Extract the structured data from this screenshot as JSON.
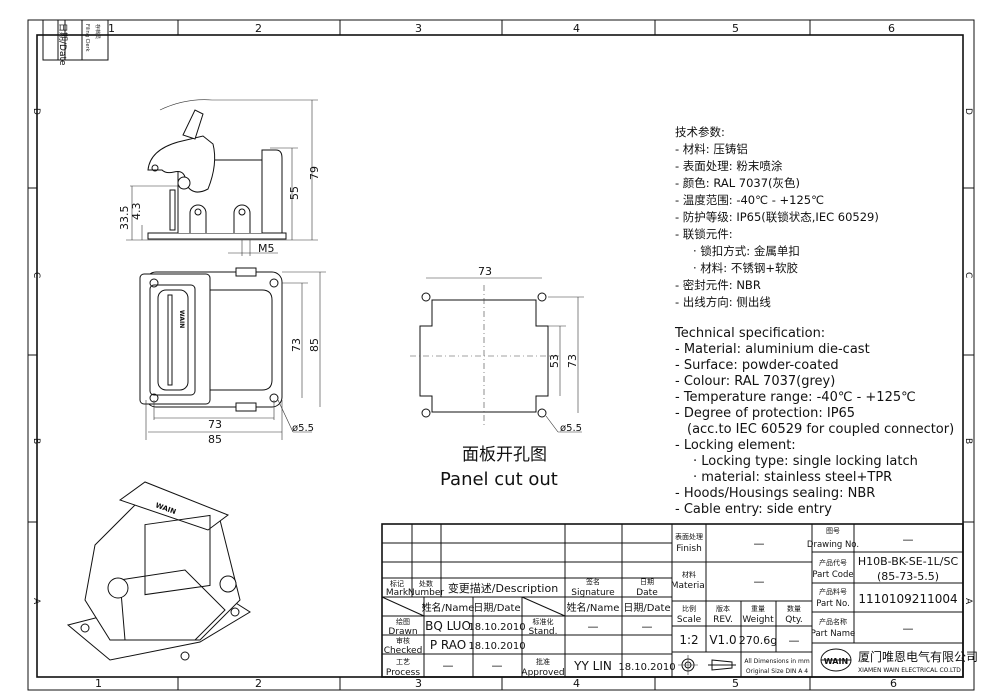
{
  "frame": {
    "columns": [
      "1",
      "2",
      "3",
      "4",
      "5",
      "6"
    ],
    "rows": [
      "D",
      "C",
      "B",
      "A"
    ],
    "filing": {
      "date_label": "日期/Date",
      "filing_label": "存档员",
      "filing_label_en": "Filing Clerk"
    }
  },
  "views": {
    "side_dims": [
      "79",
      "55",
      "33.5",
      "4.3",
      "M5"
    ],
    "top_dims": [
      "73",
      "85",
      "73",
      "85",
      "ø5.5"
    ],
    "cutout_dims": [
      "73",
      "53",
      "73",
      "ø5.5"
    ],
    "cutout_title_cn": "面板开孔图",
    "cutout_title_en": "Panel cut out",
    "brand_mark": "WAIN"
  },
  "specs_cn": [
    "技术参数:",
    "- 材料: 压铸铝",
    "- 表面处理: 粉末喷涂",
    "- 颜色: RAL 7037(灰色)",
    "- 温度范围: -40℃ - +125℃",
    "- 防护等级: IP65(联锁状态,IEC 60529)",
    "- 联锁元件:",
    "· 锁扣方式: 金属单扣",
    "· 材料: 不锈钢+软胶",
    "- 密封元件: NBR",
    "- 出线方向: 侧出线"
  ],
  "specs_en": [
    "Technical specification:",
    "- Material: aluminium die-cast",
    "- Surface: powder-coated",
    "- Colour: RAL 7037(grey)",
    "- Temperature range: -40℃ - +125℃",
    "- Degree of protection: IP65",
    "(acc.to IEC 60529 for coupled connector)",
    "- Locking element:",
    "· Locking type: single locking latch",
    "· material: stainless steel+TPR",
    "- Hoods/Housings sealing: NBR",
    "- Cable entry: side entry"
  ],
  "title_block": {
    "mark_cn": "标记",
    "mark": "Mark",
    "number_cn": "处数",
    "number": "Number",
    "description": "变更描述/Description",
    "signature_cn": "签名",
    "signature": "Signature",
    "date_cn": "日期",
    "date": "Date",
    "name_header": "姓名/Name",
    "date_header": "日期/Date",
    "name_header2": "姓名/Name",
    "date_header2": "日期/Date",
    "drawn_cn": "绘图",
    "drawn": "Drawn",
    "drawn_name": "BQ LUO",
    "drawn_date": "18.10.2010",
    "checked_cn": "审核",
    "checked": "Checked",
    "checked_name": "P RAO",
    "checked_date": "18.10.2010",
    "process_cn": "工艺",
    "process": "Process",
    "process_name": "—",
    "process_date": "—",
    "stand_cn": "标准化",
    "stand": "Stand.",
    "stand_name": "—",
    "stand_date": "—",
    "approved_cn": "批准",
    "approved": "Approved",
    "approved_name": "YY LIN",
    "approved_date": "18.10.2010",
    "finish_cn": "表面处理",
    "finish": "Finish",
    "finish_value": "—",
    "material_cn": "材料",
    "material": "Material",
    "material_value": "—",
    "scale_cn": "比例",
    "scale": "Scale",
    "scale_value": "1:2",
    "rev_cn": "版本",
    "rev": "REV.",
    "rev_value": "V1.0",
    "weight_cn": "重量",
    "weight": "Weight",
    "weight_value": "270.6g",
    "qty_cn": "数量",
    "qty": "Qty.",
    "qty_value": "—",
    "dims_note_1": "All Dimensions in mm",
    "dims_note_2": "Original Size DIN A 4",
    "drawing_no_cn": "图号",
    "drawing_no": "Drawing No.",
    "drawing_no_value": "—",
    "part_code_cn": "产品代号",
    "part_code": "Part Code",
    "part_code_value_1": "H10B-BK-SE-1L/SC",
    "part_code_value_2": "(85-73-5.5)",
    "part_no_cn": "产品料号",
    "part_no": "Part No.",
    "part_no_value": "1110109211004",
    "part_name_cn": "产品名称",
    "part_name": "Part Name",
    "part_name_value": "—",
    "logo_text": "WAIN",
    "company_cn": "厦门唯恩电气有限公司",
    "company_en": "XIAMEN WAIN ELECTRICAL CO.LTD"
  }
}
